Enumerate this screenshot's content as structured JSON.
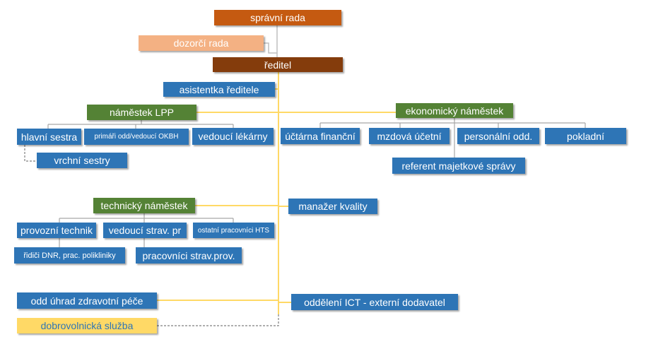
{
  "nodes": {
    "spravni_rada": "správní rada",
    "dozorci_rada": "dozorčí rada",
    "reditel": "ředitel",
    "asistentka": "asistentka ředitele",
    "namestek_lpp": "náměstek LPP",
    "ekonomicky_namestek": "ekonomický náměstek",
    "hlavni_sestra": "hlavní sestra",
    "primari": "primáři odd/vedoucí OKBH",
    "vedouci_lekarny": "vedoucí lékárny",
    "vrchni_sestry": "vrchní sestry",
    "uctarna": "účtárna finanční",
    "mzdova": "mzdová účetní",
    "personalni": "personální odd.",
    "pokladni": "pokladní",
    "referent": "referent majetkové správy",
    "technicky_namestek": "technický náměstek",
    "manazer_kvality": "manažer kvality",
    "provozni_technik": "provozní technik",
    "vedouci_strav": "vedoucí strav. pr",
    "ostatni_hts": "ostatní pracovníci HTS",
    "ridici": "řidiči DNR, prac. polikliniky",
    "pracovnici_strav": "pracovníci strav.prov.",
    "odd_uhrad": "odd úhrad zdravotní péče",
    "oddeleni_ict": "oddělení ICT - externí dodavatel",
    "dobrovolnicka": "dobrovolnická služba"
  },
  "colors": {
    "board": "#c55a11",
    "supervisory": "#f4b183",
    "director": "#843c0c",
    "department": "#2e75b6",
    "deputy": "#548235",
    "volunteer": "#ffd966",
    "connector": "#ffd966",
    "sub_connector": "#a6a6a6"
  }
}
